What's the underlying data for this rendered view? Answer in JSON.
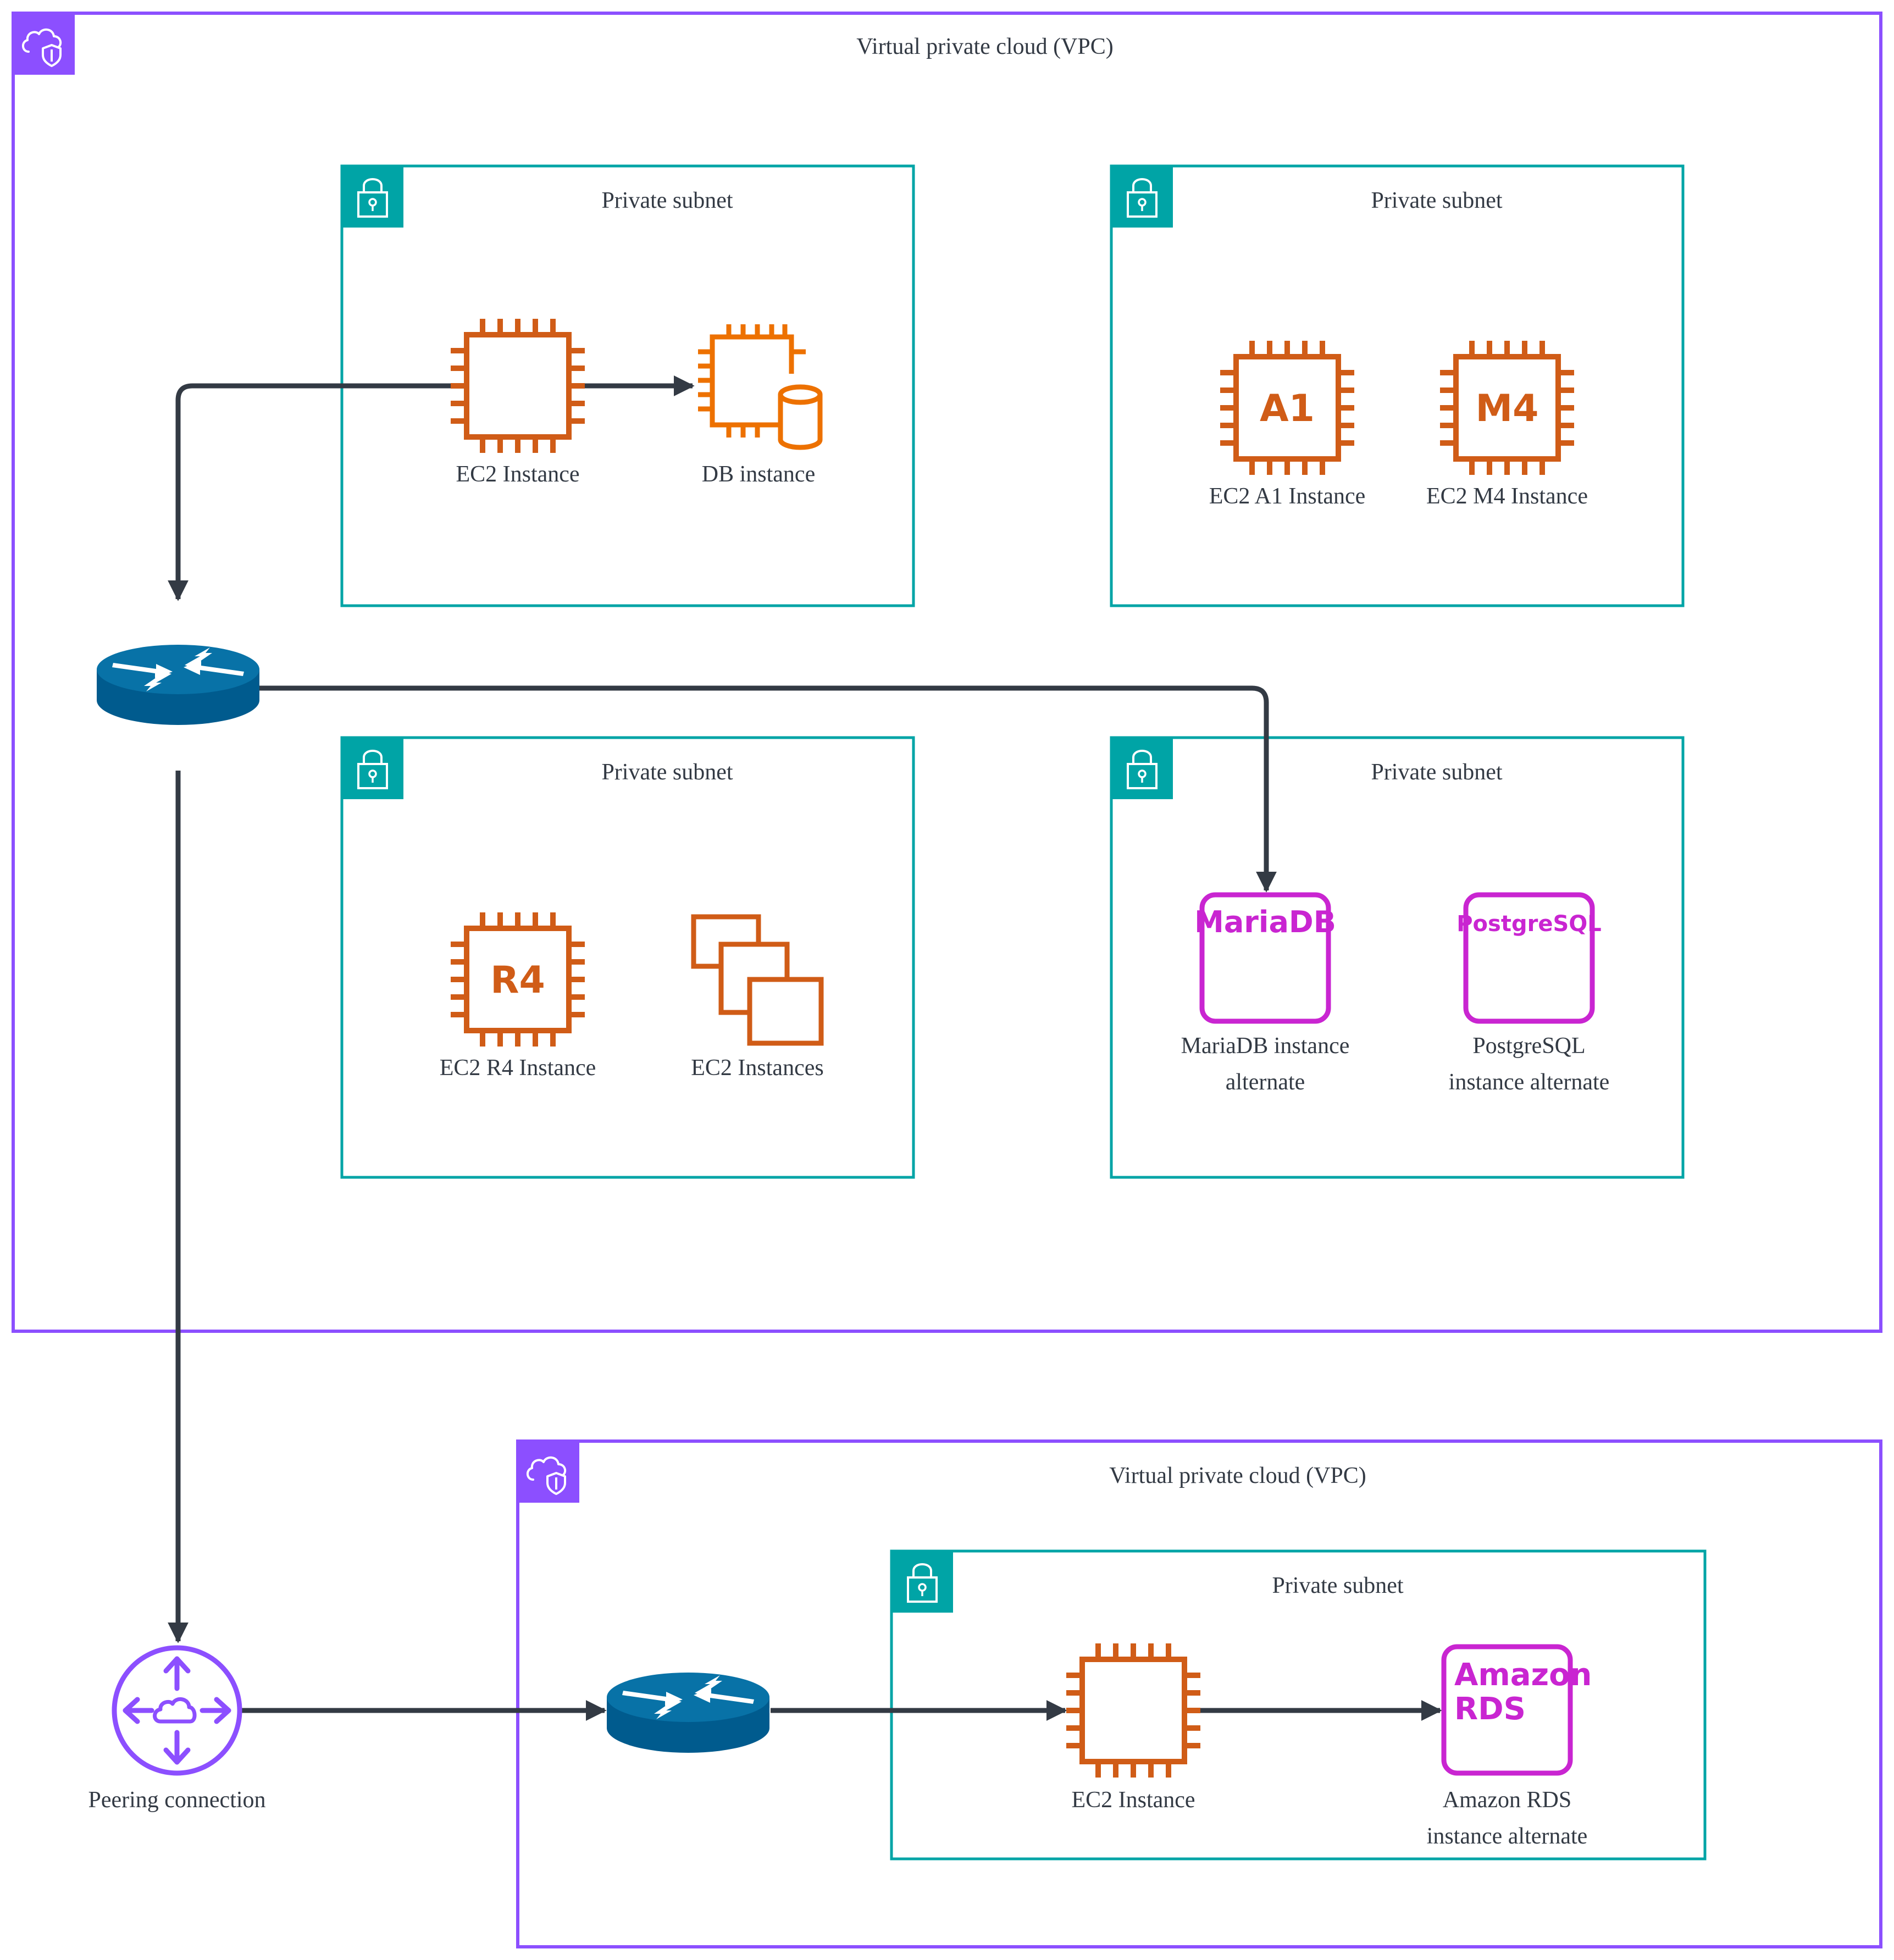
{
  "colors": {
    "vpc": "#8c4fff",
    "subnet": "#00a4a6",
    "compute": "#d05c17",
    "compute_light": "#ed7100",
    "database": "#c925d1",
    "router": "#005b8e",
    "connector": "#333a44",
    "text": "#333a44"
  },
  "vpcs": [
    {
      "label": "Virtual private cloud (VPC)"
    },
    {
      "label": "Virtual private cloud (VPC)"
    }
  ],
  "subnets": [
    {
      "label": "Private subnet"
    },
    {
      "label": "Private subnet"
    },
    {
      "label": "Private subnet"
    },
    {
      "label": "Private subnet"
    },
    {
      "label": "Private subnet"
    }
  ],
  "nodes": {
    "ec2_top": {
      "label": "EC2 Instance",
      "icon": "ec2-chip-icon"
    },
    "db_instance": {
      "label": "DB instance",
      "icon": "db-instance-icon"
    },
    "ec2_a1": {
      "label": "EC2 A1 Instance",
      "glyph": "A1",
      "icon": "ec2-chip-icon"
    },
    "ec2_m4": {
      "label": "EC2 M4 Instance",
      "glyph": "M4",
      "icon": "ec2-chip-icon"
    },
    "ec2_r4": {
      "label": "EC2 R4 Instance",
      "glyph": "R4",
      "icon": "ec2-chip-icon"
    },
    "ec2_instances": {
      "label": "EC2 Instances",
      "icon": "ec2-instances-icon"
    },
    "mariadb": {
      "label_line1": "MariaDB instance",
      "label_line2": "alternate",
      "glyph": "MariaDB",
      "icon": "mariadb-icon"
    },
    "postgresql": {
      "label_line1": "PostgreSQL",
      "label_line2": "instance alternate",
      "glyph": "PostgreSQL",
      "icon": "postgresql-icon"
    },
    "peering": {
      "label": "Peering connection",
      "icon": "peering-connection-icon"
    },
    "ec2_bottom": {
      "label": "EC2 Instance",
      "icon": "ec2-chip-icon"
    },
    "rds": {
      "label_line1": "Amazon RDS",
      "label_line2": "instance alternate",
      "glyph_line1": "Amazon",
      "glyph_line2": "RDS",
      "icon": "amazon-rds-icon"
    }
  },
  "routers": [
    {
      "icon": "router-icon"
    },
    {
      "icon": "router-icon"
    }
  ]
}
